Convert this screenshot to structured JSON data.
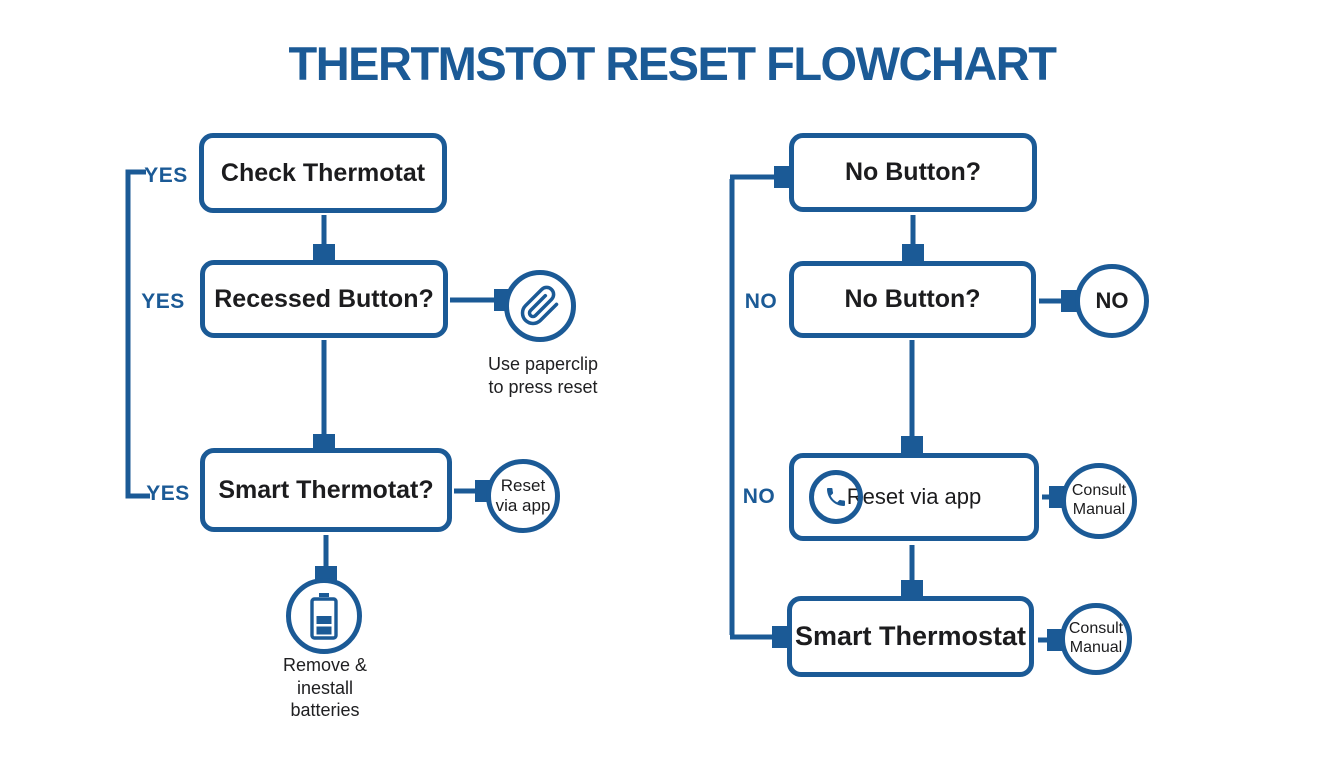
{
  "title": "THERTMSTOT RESET FLOWCHART",
  "colors": {
    "primary": "#1b5a96",
    "text": "#1c1c1e",
    "background": "#ffffff"
  },
  "left_column": {
    "yes_top": "YES",
    "yes_middle": "YES",
    "yes_bottom": "YES",
    "box_check_thermostat": "Check Thermotat",
    "box_recessed_button": "Recessed Button?",
    "box_smart_thermostat": "Smart Thermotat?",
    "paperclip_caption": "Use paperclip\nto press reset",
    "reset_via_app_circle": "Reset\nvia app",
    "battery_caption": "Remove &\ninestall\nbatteries"
  },
  "right_column": {
    "no_middle": "NO",
    "no_lower": "NO",
    "box_no_button_top": "No Button?",
    "box_no_button_middle": "No Button?",
    "box_reset_via_app": "Reset via app",
    "box_smart_thermostat": "Smart Thermostat",
    "no_circle": "NO",
    "consult_manual_circle_top": "Consult\nManual",
    "consult_manual_circle_bottom": "Consult\nManual"
  },
  "icons": {
    "paperclip": "paperclip-icon",
    "phone": "phone-icon",
    "battery": "battery-icon"
  }
}
